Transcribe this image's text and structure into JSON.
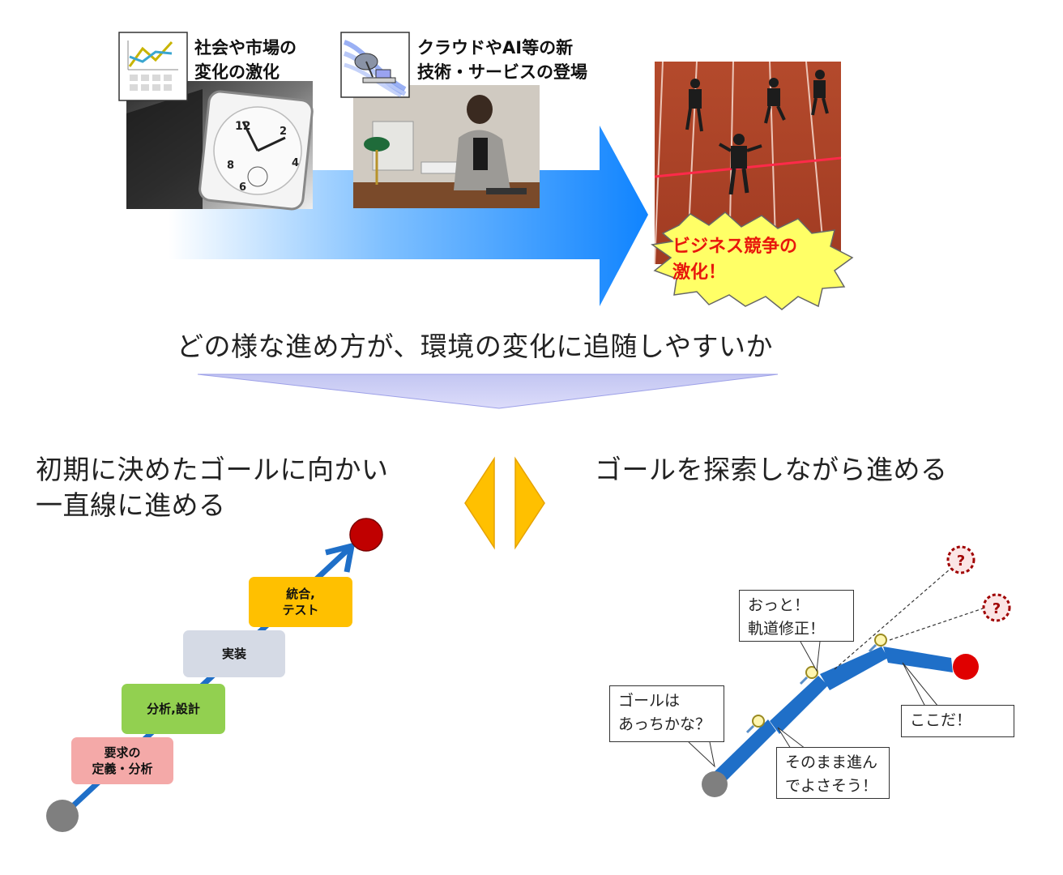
{
  "top": {
    "caption_society": "社会や市場の\n変化の激化",
    "caption_tech": "クラウドやAI等の新\n技術・サービスの登場",
    "burst": "ビジネス競争の\n激化！",
    "question": "どの様な進め方が、環境の変化に追随しやすいか"
  },
  "left": {
    "heading": "初期に決めたゴールに向かい\n一直線に進める",
    "steps": [
      {
        "label": "要求の\n定義・分析",
        "color": "#f4a9a8"
      },
      {
        "label": "分析,設計",
        "color": "#92d050"
      },
      {
        "label": "実装",
        "color": "#d5dae5"
      },
      {
        "label": "統合,\nテスト",
        "color": "#ffc000"
      }
    ]
  },
  "right": {
    "heading": "ゴールを探索しながら進める",
    "callouts": {
      "start": "ゴールは\nあっちかな？",
      "fix": "おっと！\n軌道修正！",
      "continue": "そのまま進ん\nでよさそう！",
      "here": "ここだ！"
    },
    "question_marks": [
      "?",
      "?"
    ]
  },
  "colors": {
    "arrow_blue": "#1e90ff",
    "path_blue": "#1f6fc8",
    "goal_red": "#c00000",
    "start_gray": "#7f7f7f",
    "wedge": "#c7c9f3",
    "orange_arrows": "#ffc000"
  }
}
